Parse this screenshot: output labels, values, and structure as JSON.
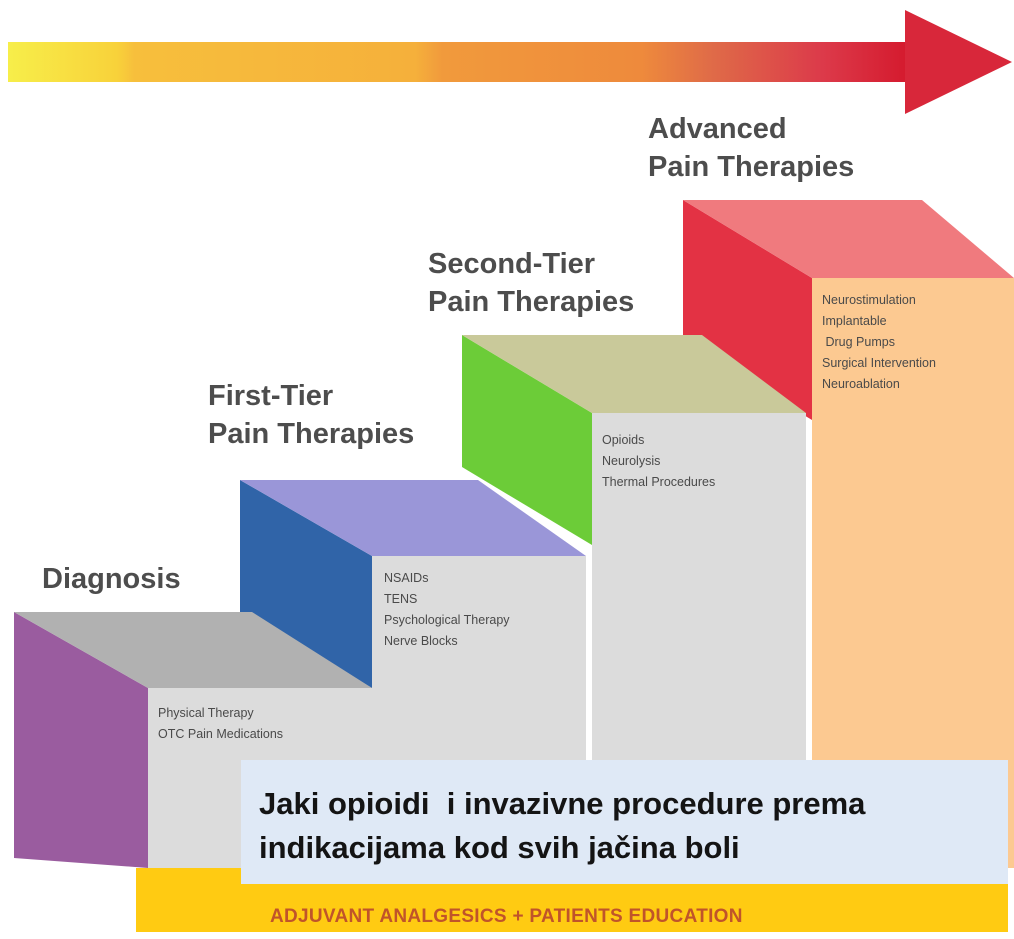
{
  "steps": [
    {
      "title_lines": [
        "Diagnosis"
      ],
      "items": [
        "Physical Therapy",
        "OTC Pain Medications"
      ]
    },
    {
      "title_lines": [
        "First-Tier",
        "Pain Therapies"
      ],
      "items": [
        "NSAIDs",
        "TENS",
        "Psychological Therapy",
        "Nerve Blocks"
      ]
    },
    {
      "title_lines": [
        "Second-Tier",
        "Pain Therapies"
      ],
      "items": [
        "Opioids",
        "Neurolysis",
        "Thermal Procedures"
      ]
    },
    {
      "title_lines": [
        "Advanced",
        "Pain Therapies"
      ],
      "items": [
        "Neurostimulation",
        "Implantable",
        " Drug Pumps",
        "Surgical Intervention",
        "Neuroablation"
      ]
    }
  ],
  "callout": {
    "line1": "Jaki opioidi  i invazivne procedure prema",
    "line2": "indikacijama kod svih jačina boli"
  },
  "footer_band": {
    "text": "ADJUVANT ANALGESICS + PATIENTS EDUCATION"
  },
  "colors": {
    "diagnosis_side": "#9b5da0",
    "first_tier_side": "#2f64a6",
    "second_tier_side": "#6fcf3a",
    "advanced_side": "#e0303f",
    "arrow_start": "#f4ee45",
    "arrow_end": "#d4182c",
    "footer_band": "#ffcc16"
  }
}
